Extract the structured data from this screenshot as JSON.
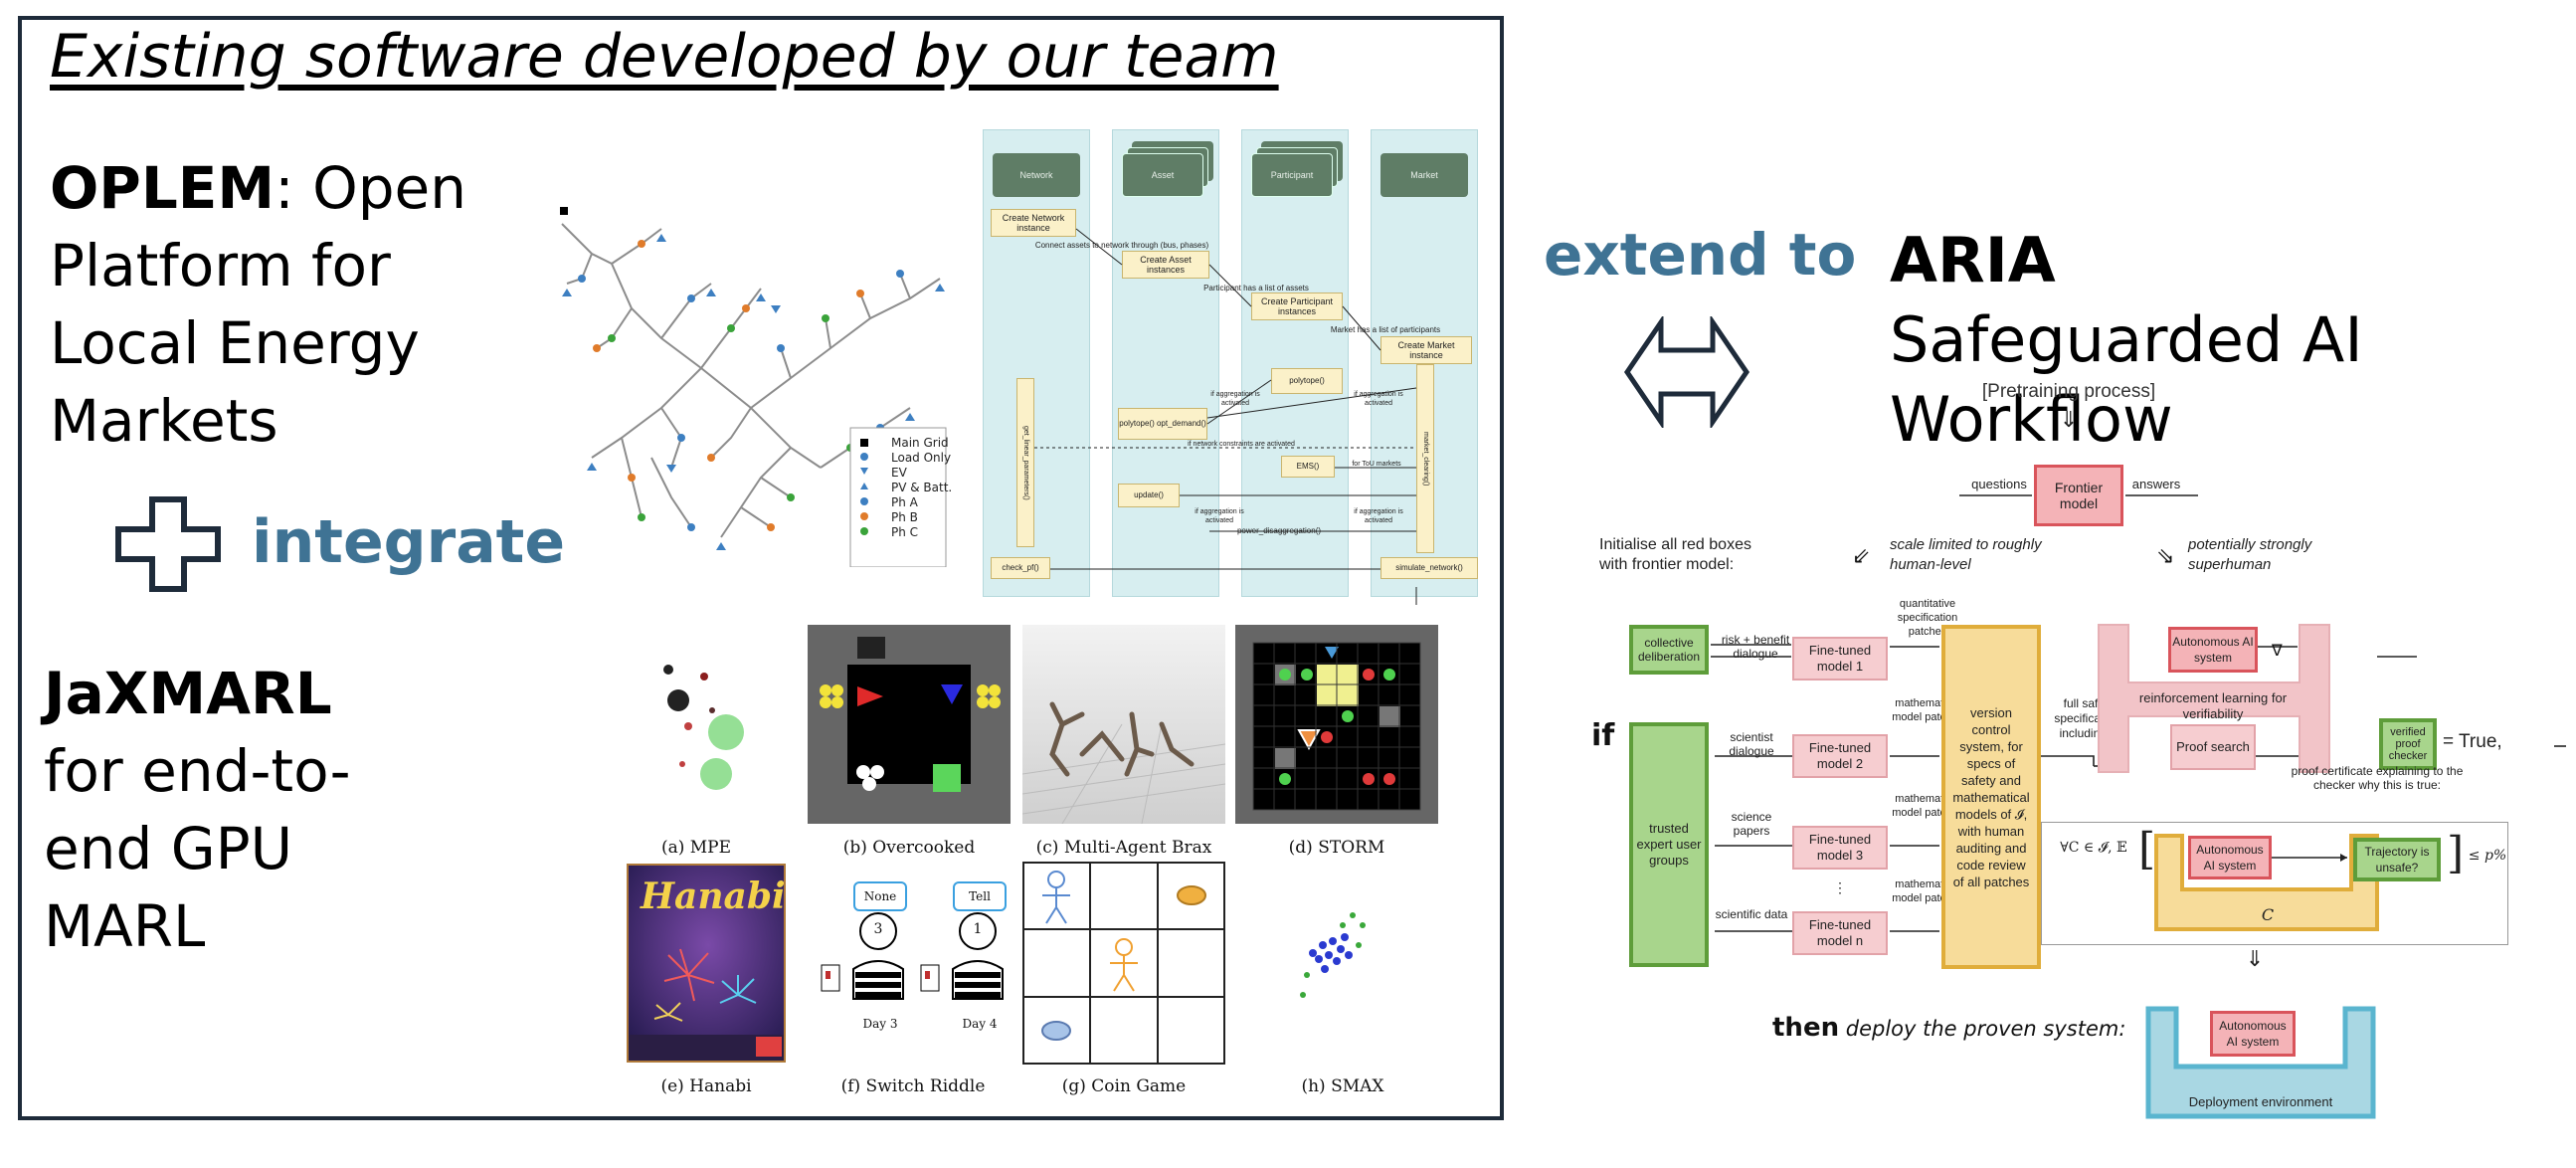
{
  "left": {
    "title": "Existing software developed by our team",
    "oplem_bold": "OPLEM",
    "oplem_rest": ": Open Platform for Local Energy Markets",
    "integrate": "integrate",
    "jaxmarl_bold": "JaXMARL",
    "jaxmarl_rest": "for end-to-end GPU MARL",
    "legend": [
      "Main Grid",
      "Load Only",
      "EV",
      "PV & Batt.",
      "Ph A",
      "Ph B",
      "Ph C"
    ],
    "lanes": [
      "Network",
      "Asset",
      "Participant",
      "Market"
    ],
    "seq_boxes": [
      "Create Network instance",
      "Create Asset instances",
      "Create Participant instances",
      "Create Market instance",
      "polytope()",
      "polytope() opt_demand()",
      "EMS()",
      "update()",
      "power_disaggregation()",
      "check_pf()",
      "simulate_network()",
      "get_linear_parameters()",
      "market_clearing()"
    ],
    "seq_msgs": [
      "Connect assets to network through (bus, phases)",
      "Participant has a list of assets",
      "Market has a list of participants",
      "if aggregation is activated",
      "if aggregation is activated",
      "if network constraints are activated",
      "for ToU markets",
      "if aggregation is activated",
      "if aggregation is activated"
    ],
    "captions": [
      "(a) MPE",
      "(b) Overcooked",
      "(c) Multi-Agent Brax",
      "(d) STORM",
      "(e) Hanabi",
      "(f) Switch Riddle",
      "(g) Coin Game",
      "(h) SMAX"
    ],
    "hanabi_label": "Hanabi",
    "switch": {
      "none": "None",
      "tell": "Tell",
      "n3": "3",
      "n1": "1",
      "day3": "Day 3",
      "day4": "Day 4"
    }
  },
  "middle": {
    "extend_to": "extend to"
  },
  "right": {
    "title_bold": "ARIA",
    "title_rest": " Safeguarded AI Workflow",
    "pretraining": "[Pretraining process]",
    "questions": "questions",
    "answers": "answers",
    "frontier": "Frontier model",
    "init": "Initialise all red boxes with frontier model:",
    "scale": "scale limited to roughly human-level",
    "super": "potentially strongly superhuman",
    "collective": "collective deliberation",
    "risk": "risk + benefit dialogue",
    "ft1": "Fine-tuned model 1",
    "ft2": "Fine-tuned model 2",
    "ft3": "Fine-tuned model 3",
    "ftn": "Fine-tuned model n",
    "quant": "quantitative specification patches",
    "math1": "mathematical model patches",
    "math2": "mathematical model patches",
    "math3": "mathematical model patches",
    "sci_dialogue": "scientist dialogue",
    "sci_papers": "science papers",
    "sci_data": "scientific data",
    "trusted": "trusted expert user groups",
    "if": "if",
    "version": "version control system, for specs of safety and mathematical models of 𝓘, with human auditing and code review of all patches",
    "full_safety": "full safety specification, including 𝓘",
    "auto1": "Autonomous AI system",
    "nabla": "∇",
    "rl": "reinforcement learning for verifiability",
    "proof_search": "Proof search",
    "verified": "verified proof checker",
    "true_eq": "= True,",
    "certificate": "proof certificate explaining to the checker why this is true:",
    "forall": "∀C ∈ 𝓘, 𝔼",
    "auto2": "Autonomous AI system",
    "unsafe": "Trajectory is unsafe?",
    "leq": "≤ p%",
    "cvar": "C",
    "arrow_down": "⇓",
    "then_bold": "then",
    "then_rest": " deploy the proven system:",
    "auto3": "Autonomous AI system",
    "deploy": "Deployment environment"
  }
}
